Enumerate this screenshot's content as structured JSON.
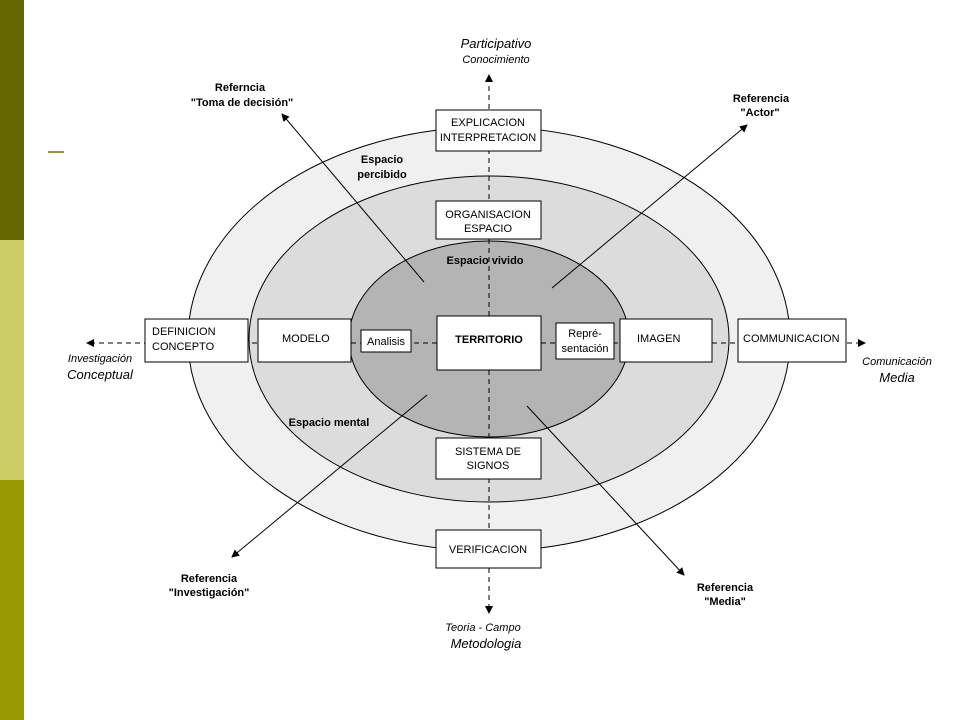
{
  "theme": {
    "sidebar_colors": [
      "#666600",
      "#cccc66",
      "#999900"
    ],
    "accent": "#999933",
    "outer_ring_fill": "#f0f0f0",
    "middle_ring_fill": "#dcdcdc",
    "inner_fill": "#b4b4b4"
  },
  "axes": {
    "top": {
      "line1": "Participativo",
      "line2": "Conocimiento"
    },
    "bottom": {
      "line1": "Teoria - Campo",
      "line2": "Metodologia"
    },
    "left": {
      "line1": "Investigación",
      "line2": "Conceptual"
    },
    "right": {
      "line1": "Comunicación",
      "line2": "Media"
    }
  },
  "references": {
    "top_left": {
      "line1": "Referncia",
      "line2": "\"Toma de decisión\""
    },
    "top_right": {
      "line1": "Referencia",
      "line2": "\"Actor\""
    },
    "bottom_left": {
      "line1": "Referencia",
      "line2": "\"Investigación\""
    },
    "bottom_right": {
      "line1": "Referencia",
      "line2": "\"Media\""
    }
  },
  "zones": {
    "perceived": {
      "line1": "Espacio",
      "line2": "percibido"
    },
    "lived": "Espacio vivido",
    "mental": "Espacio mental"
  },
  "boxes": {
    "explicacion": {
      "line1": "EXPLICACION",
      "line2": "INTERPRETACION"
    },
    "organisacion": {
      "line1": "ORGANISACION",
      "line2": "ESPACIO"
    },
    "territorio": "TERRITORIO",
    "sistema": {
      "line1": "SISTEMA DE",
      "line2": "SIGNOS"
    },
    "verificacion": "VERIFICACION",
    "definicion": {
      "line1": "DEFINICION",
      "line2": "CONCEPTO"
    },
    "modelo": "MODELO",
    "imagen": "IMAGEN",
    "communicacion": "COMMUNICACION"
  },
  "small_labels": {
    "analisis": "Analisis",
    "representacion": {
      "line1": "Repré-",
      "line2": "sentación"
    }
  }
}
